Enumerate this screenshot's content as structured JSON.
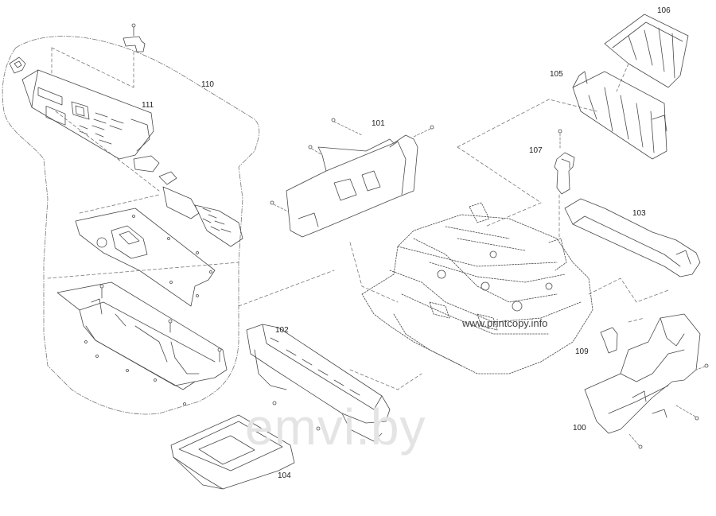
{
  "colors": {
    "line": "#4a4a4a",
    "dash": "#777777",
    "text": "#222222",
    "watermark": "#e4e4e4"
  },
  "parts": {
    "p100": "100",
    "p101": "101",
    "p102": "102",
    "p103": "103",
    "p104": "104",
    "p105": "105",
    "p106": "106",
    "p107": "107",
    "p109": "109",
    "p110": "110",
    "p111": "111"
  },
  "watermark": {
    "url": "www.printcopy.info",
    "site": "emvi.by"
  }
}
